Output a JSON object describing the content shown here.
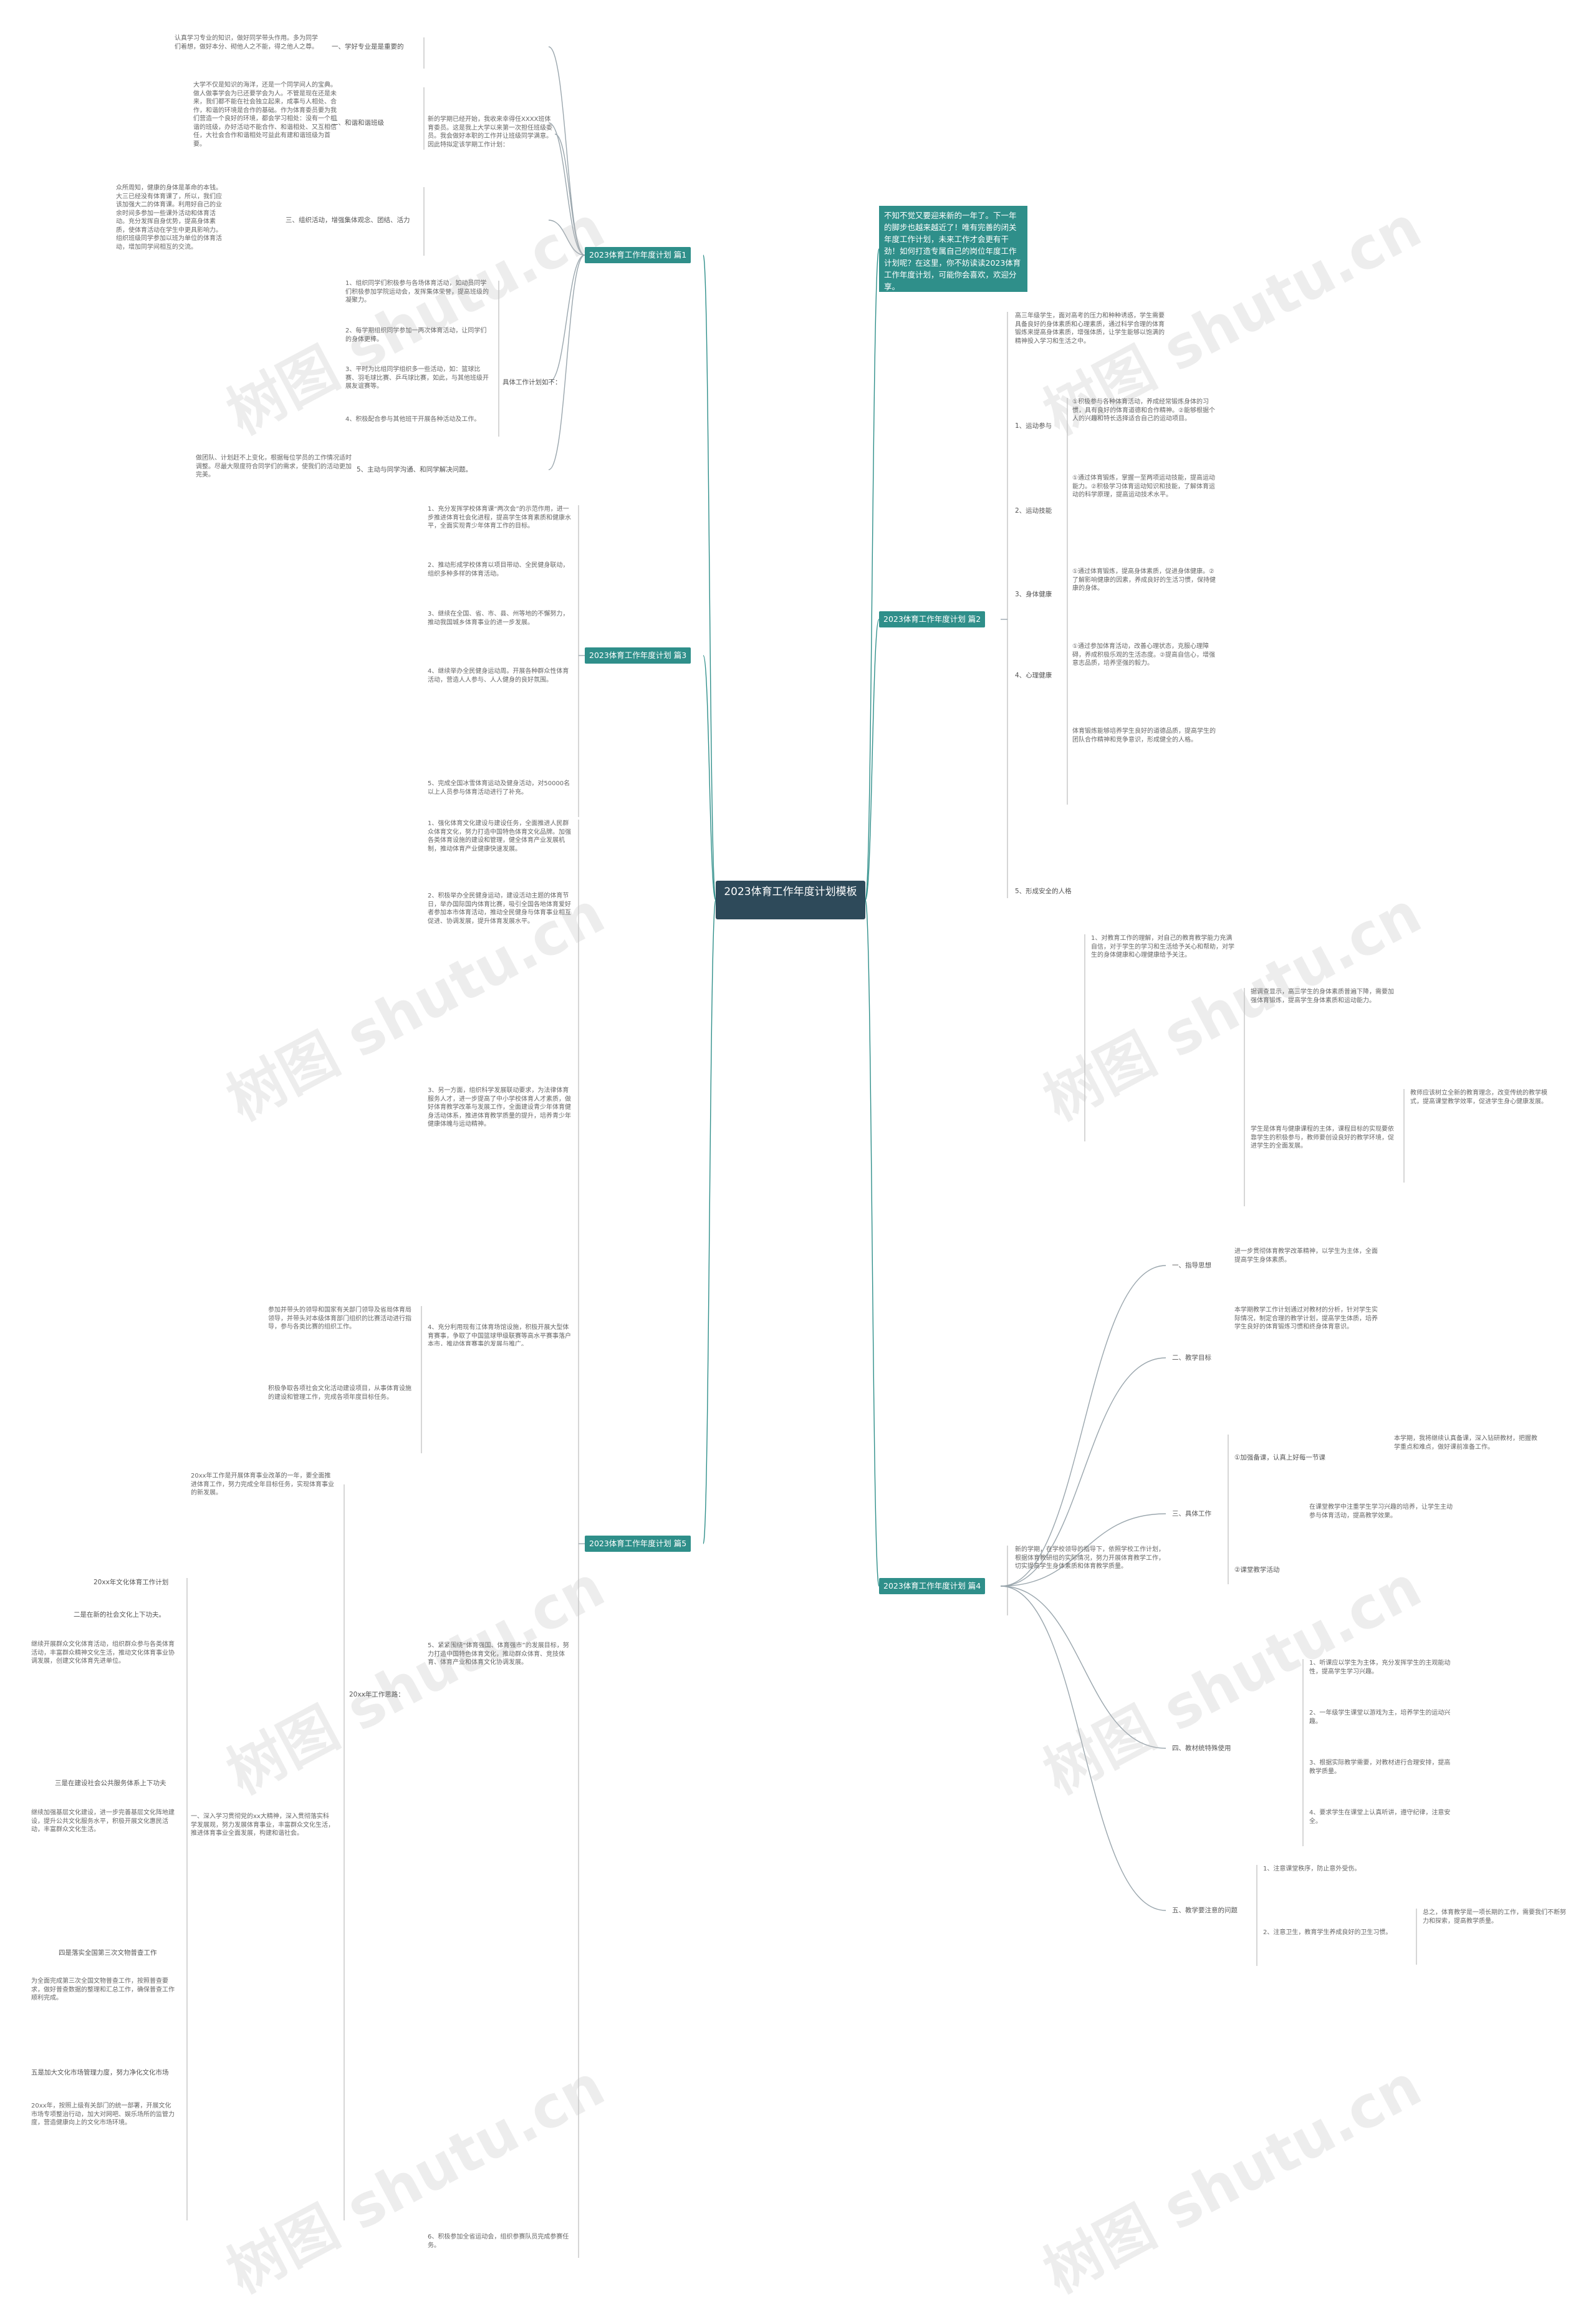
{
  "root": "2023体育工作年度计划模板",
  "watermark": "树图 shutu.cn",
  "intro": "不知不觉又要迎来新的一年了。下一年的脚步也越来越近了！唯有完善的闭关年度工作计划，未来工作才会更有干劲！如何打造专属自己的岗位年度工作计划呢？在这里，你不妨读读2023体育工作年度计划，可能你会喜欢，欢迎分享。",
  "b1": {
    "title": "2023体育工作年度计划 篇1",
    "intro": "新的学期已经开始，我收来幸得任XXXX班体育委员。这是我上大学以来第一次担任班级委员。我会做好本职的工作并让班级同学满意。因此特拟定该学期工作计划：",
    "items": [
      {
        "text": "认真学习专业的知识，做好同学带头作用。多为同学们着想，做好本分、砌他人之不能，得之他人之尊。",
        "label": "一、学好专业是是重要的"
      },
      {
        "text": "大学不仅是知识的海洋，还是一个同学间人的宝典。做人做事学会为已还要学会为人。不管是现在还是未来，我们都不能在社会独立起来，成事与人相处、合作，和谐的环境是合作的基础。作为体育委员要为我们营造一个良好的环境，都会学习相处：没有一个相谐的班级，办好活动不能合作、和谐相处、又互相信任，大社会合作和谐相处可益此有建和谐班级为首要。",
        "label": "二、和谐和谐班级"
      },
      {
        "text": "众所周知，健康的身体是革命的本钱。大三已经没有体育课了，所以，我们应该加强大二的体育课。利用好自己的业余时间多参加一些课外活动和体育活动。充分发挥自身优势，提高身体素质，使体育活动在学生中更具影响力。组织班级同学参加以班为单位的体育活动，增加同学间相互的交流。",
        "label": "三、组织活动，增强集体观念、团结、活力"
      }
    ],
    "plan_label": "具体工作计划如下：",
    "plan": [
      "1、组织同学们积极参与各场体育活动，如动员同学们积极参加学院运动会，发挥集体荣誉，提高班级的凝聚力。",
      "2、每学期组织同学参加一两次体育活动，让同学们的身体更棒。",
      "3、平时为比组同学组织多一些活动，如：篮球比赛、羽毛球比赛、乒乓球比赛，如此，与其他班级开展友谊赛等。",
      "4、积极配合参与其他班干开展各种活动及工作。"
    ],
    "p5": {
      "text": "做团队、计划赶不上变化，根据每位学员的工作情况适时调整。尽最大限度符合同学们的需求，使我们的活动更加完美。",
      "label": "5、主动与同学沟通、和同学解决问题。"
    }
  },
  "b3": {
    "title": "2023体育工作年度计划 篇3",
    "items": [
      "1、充分发挥学校体育课“两次会”的示范作用，进一步推进体育社会化进程，提高学生体育素质和健康水平，全面实现青少年体育工作的目标。",
      "2、推动形成学校体育以项目带动、全民健身联动，组织多种多样的体育活动。",
      "3、继续在全国、省、市、县、州等地的不懈努力，推动我国城乡体育事业的进一步发展。",
      "4、继续举办全民健身运动周。开展各种群众性体育活动，营造人人参与、人人健身的良好氛围。",
      "5、完成全国冰雪体育运动及健身活动，对50000名以上人员参与体育活动进行了补充。"
    ]
  },
  "b5": {
    "title": "2023体育工作年度计划 篇5",
    "items": [
      "1、强化体育文化建设与建设任务，全面推进人民群众体育文化，努力打造中国特色体育文化品牌。加强各类体育设施的建设和管理，健全体育产业发展机制，推动体育产业健康快速发展。",
      "2、积极举办全民健身运动，建设活动主题的体育节日，举办国际国内体育比赛，吸引全国各地体育爱好者参加本市体育活动，推动全民健身与体育事业相互促进、协调发展，提升体育发展水平。",
      "3、另一方面，组织科学发展联动要求，为法律体育服务人才，进一步提高了中小学校体育人才素质，做好体育教学改革与发展工作，全面建设青少年体育健身活动体系，推进体育教学质量的提升，培养青少年健康体魄与运动精神。",
      "4、充分利用现有江体育场馆设施，积极开展大型体育赛事，争取了中国篮球甲级联赛等高水平赛事落户本市，推动体育赛事的发展与推广。",
      "5、紧紧围绕“体育强国、体育强市”的发展目标，努力打造中国特色体育文化，推动群众体育、竞技体育、体育产业和体育文化协调发展。",
      "6、积极参加全省运动会，组织参赛队员完成参赛任务。"
    ],
    "side": [
      "参加并带头的领导和国家有关部门领导及省局体育局领导，并带头对本级体育部门组织的比赛活动进行指导，参与各类比赛的组织工作。",
      "积极争取各项社会文化活动建设项目，从事体育设施的建设和管理工作，完成各项年度目标任务。"
    ],
    "program": {
      "intro": "20xx年工作是开展体育事业改革的一年，要全面推进体育工作，努力完成全年目标任务，实现体育事业的新发展。",
      "label": "20xx年工作思路：",
      "rows": [
        {
          "label": "20xx年文化体育工作计划",
          "text": ""
        },
        {
          "label": "二是在新的社会文化上下功夫。",
          "text": "继续开展群众文化体育活动，组织群众参与各类体育活动，丰富群众精神文化生活，推动文化体育事业协调发展，创建文化体育先进单位。"
        },
        {
          "label": "三是在建设社会公共服务体系上下功夫",
          "text": "继续加强基层文化建设，进一步完善基层文化阵地建设，提升公共文化服务水平，积极开展文化惠民活动，丰富群众文化生活。"
        },
        {
          "label": "四是落实全国第三次文物普查工作",
          "text": "为全面完成第三次全国文物普查工作，按照普查要求，做好普查数据的整理和汇总工作，确保普查工作顺利完成。"
        },
        {
          "label": "五是加大文化市场管理力度，努力净化文化市场",
          "text": "20xx年，按照上级有关部门的统一部署，开展文化市场专项整治行动，加大对网吧、娱乐场所的监管力度，营造健康向上的文化市场环境。"
        }
      ],
      "side": "一、深入学习贯彻党的xx大精神，深入贯彻落实科学发展观，努力发展体育事业，丰富群众文化生活，推进体育事业全面发展，构建和谐社会。"
    }
  },
  "b2": {
    "title": "2023体育工作年度计划 篇2",
    "intro": "高三年级学生，面对高考的压力和种种诱惑，学生需要具备良好的身体素质和心理素质，通过科学合理的体育锻炼来提高身体素质，增强体质，让学生能够以饱满的精神投入学习和生活之中。",
    "items": [
      {
        "label": "1、运动参与",
        "text": "①积极参与各种体育活动，养成经常锻炼身体的习惯，具有良好的体育道德和合作精神。②能够根据个人的兴趣和特长选择适合自己的运动项目。"
      },
      {
        "label": "2、运动技能",
        "text": "①通过体育锻炼，掌握一至两项运动技能，提高运动能力。②积极学习体育运动知识和技能，了解体育运动的科学原理，提高运动技术水平。"
      },
      {
        "label": "3、身体健康",
        "text": "①通过体育锻炼，提高身体素质，促进身体健康。②了解影响健康的因素，养成良好的生活习惯，保持健康的身体。"
      },
      {
        "label": "4、心理健康",
        "text": "①通过参加体育活动，改善心理状态，克服心理障碍，养成积极乐观的生活态度。②提高自信心，增强意志品质，培养坚强的毅力。"
      },
      {
        "label": "5、形成安全的人格",
        "text": "体育锻炼能够培养学生良好的道德品质，提高学生的团队合作精神和竞争意识，形成健全的人格。"
      }
    ],
    "details": [
      "1、对教育工作的理解，对自己的教育教学能力充满自信，对于学生的学习和生活给予关心和帮助，对学生的身体健康和心理健康给予关注。",
      "据调查显示，高三学生的身体素质普遍下降，需要加强体育锻炼，提高学生身体素质和运动能力。",
      "学生是体育与健康课程的主体，课程目标的实现要依靠学生的积极参与，教师要创设良好的教学环境，促进学生的全面发展。"
    ],
    "side": "教师应该树立全新的教育理念，改变传统的教学模式，提高课堂教学效率，促进学生身心健康发展。"
  },
  "b4": {
    "title": "2023体育工作年度计划 篇4",
    "intro": "新的学期，在学校领导的指导下，依照学校工作计划，根据体育教研组的实际情况，努力开展体育教学工作，切实提高学生身体素质和体育教学质量。",
    "sections": [
      {
        "label": "一、指导思想",
        "text": "进一步贯彻体育教学改革精神，以学生为主体，全面提高学生身体素质。"
      },
      {
        "label": "二、教学目标",
        "text": "本学期教学工作计划通过对教材的分析，针对学生实际情况，制定合理的教学计划，提高学生体质，培养学生良好的体育锻炼习惯和终身体育意识。"
      },
      {
        "label": "三、具体工作",
        "text": ""
      },
      {
        "label": "四、教材统特殊使用",
        "text": ""
      },
      {
        "label": "五、教学要注意的问题",
        "text": ""
      }
    ],
    "work": [
      {
        "label": "①加强备课，认真上好每一节课",
        "text": "本学期，我将继续认真备课，深入钻研教材，把握教学重点和难点，做好课前准备工作。"
      },
      {
        "label": "②课堂教学活动",
        "text": "在课堂教学中注重学生学习兴趣的培养，让学生主动参与体育活动，提高教学效果。"
      }
    ],
    "list": [
      "1、听课应以学生为主体，充分发挥学生的主观能动性，提高学生学习兴趣。",
      "2、一年级学生课堂以游戏为主，培养学生的运动兴趣。",
      "3、根据实际教学需要，对教材进行合理安排，提高教学质量。",
      "4、要求学生在课堂上认真听讲，遵守纪律，注意安全。"
    ],
    "notes": [
      "1、注意课堂秩序，防止意外受伤。",
      "2、注意卫生，教育学生养成良好的卫生习惯。"
    ],
    "summary": "总之，体育教学是一项长期的工作，需要我们不断努力和探索，提高教学质量。"
  }
}
